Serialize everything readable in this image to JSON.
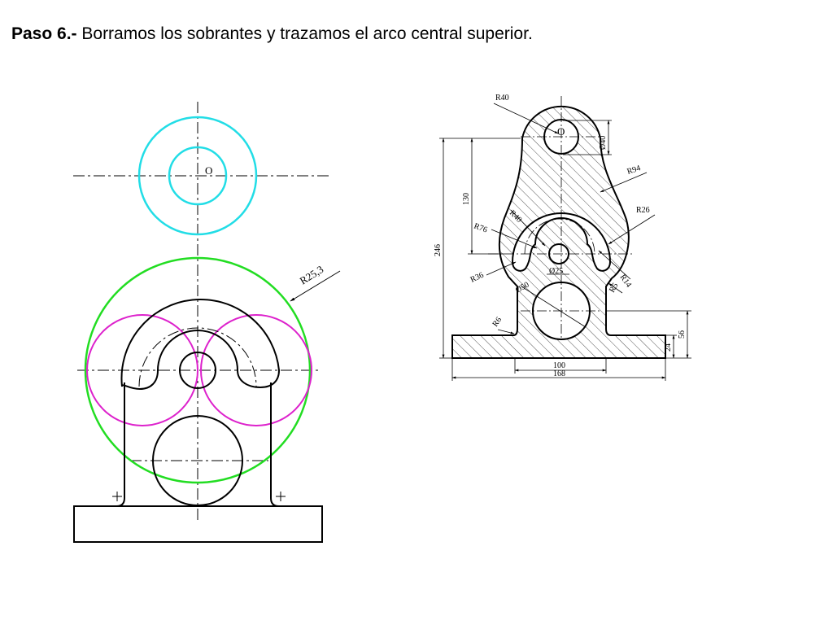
{
  "title": {
    "step": "Paso 6.-",
    "text": " Borramos los sobrantes y trazamos el arco central superior."
  },
  "colors": {
    "cyan": "#22dde6",
    "green": "#22dd22",
    "magenta": "#dd22cc",
    "black": "#000000",
    "hatch": "#555555"
  },
  "left_drawing": {
    "center_label": "O",
    "radius_label": "R25,3"
  },
  "right_drawing": {
    "center_label": "O",
    "dimensions": {
      "r40_top": "R40",
      "d40": "Ø40",
      "r94": "R94",
      "r26": "R26",
      "r40_mid": "R40",
      "r76": "R76",
      "d25": "Ø25",
      "r36": "R36",
      "d50": "Ø50",
      "r14": "R14",
      "r5": "R5",
      "r6": "R6",
      "h130": "130",
      "h246": "246",
      "h56": "56",
      "h24": "24",
      "w100": "100",
      "w168": "168"
    }
  }
}
